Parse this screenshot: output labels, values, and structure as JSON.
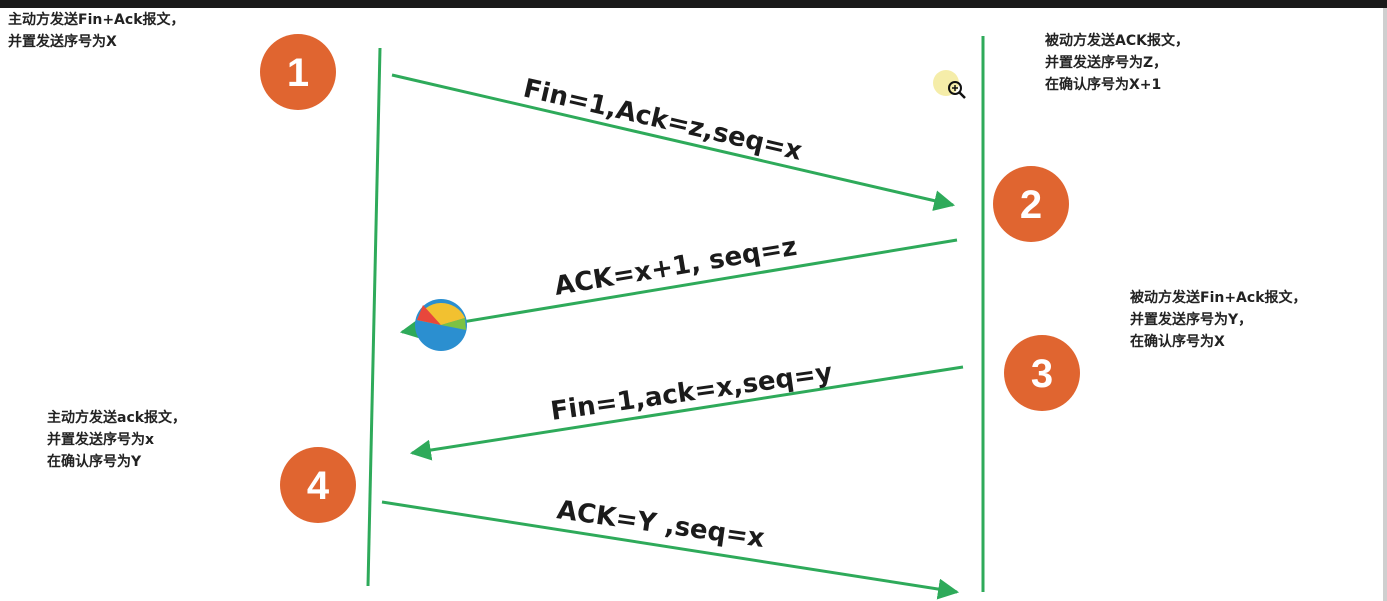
{
  "steps": [
    {
      "number": "1",
      "note_lines": [
        "主动方发送Fin+Ack报文，",
        "并置发送序号为X"
      ]
    },
    {
      "number": "2",
      "note_lines": [
        "被动方发送ACK报文，",
        "并置发送序号为Z，",
        "在确认序号为X+1"
      ]
    },
    {
      "number": "3",
      "note_lines": [
        "被动方发送Fin+Ack报文，",
        "并置发送序号为Y，",
        "在确认序号为X"
      ]
    },
    {
      "number": "4",
      "note_lines": [
        "主动方发送ack报文，",
        "并置发送序号为x",
        "在确认序号为Y"
      ]
    }
  ],
  "messages": [
    "Fin=1,Ack=z,seq=x",
    "ACK=x+1, seq=z",
    "Fin=1,ack=x,seq=y",
    "ACK=Y ,seq=x"
  ],
  "colors": {
    "line": "#2eaa5a",
    "circle": "#e06530",
    "text": "#1b1b1b"
  },
  "icons": [
    "zoom-in-icon",
    "colorful-ball-icon"
  ]
}
